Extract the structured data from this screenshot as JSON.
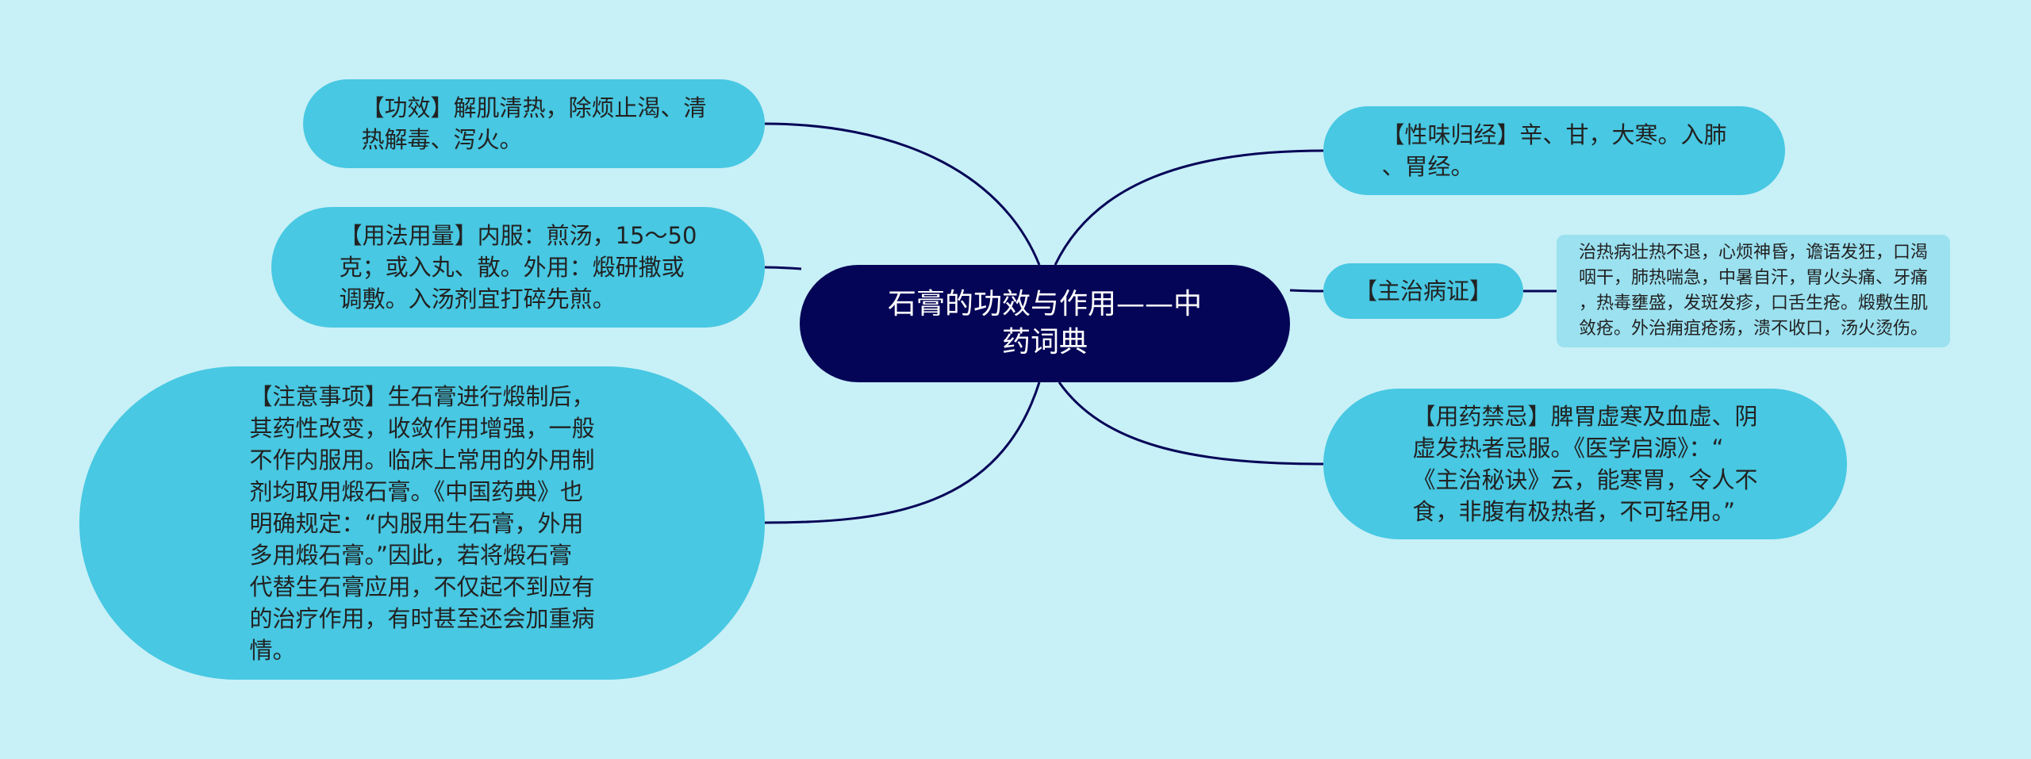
{
  "colors": {
    "background": "#c8f0f7",
    "central_fill": "#050557",
    "central_text": "#ffffff",
    "bubble_fill": "#48c8e2",
    "detail_fill": "#9be1f0",
    "text": "#222222",
    "connector": "#050557"
  },
  "central": {
    "text": "石膏的功效与作用——中\n药词典"
  },
  "left_branches": {
    "gongxiao": "【功效】解肌清热，除烦止渴、清\n热解毒、泻火。",
    "yongfa": "【用法用量】内服：煎汤，15～50\n克；或入丸、散。外用：煅研撒或\n调敷。入汤剂宜打碎先煎。",
    "zhuyi": "【注意事项】生石膏进行煅制后，\n其药性改变，收敛作用增强，一般\n不作内服用。临床上常用的外用制\n剂均取用煅石膏。《中国药典》也\n明确规定：“内服用生石膏，外用\n多用煅石膏。”因此，若将煅石膏\n代替生石膏应用，不仅起不到应有\n的治疗作用，有时甚至还会加重病\n情。"
  },
  "right_branches": {
    "xingwei": "【性味归经】辛、甘，大寒。入肺\n、胃经。",
    "zhuzhi": "【主治病证】",
    "zhuzhi_detail": "治热病壮热不退，心烦神昏，谵语发狂，口渴\n咽干，肺热喘急，中暑自汗，胃火头痛、牙痛\n，热毒壅盛，发斑发疹，口舌生疮。煅敷生肌\n敛疮。外治痈疽疮疡，溃不收口，汤火烫伤。",
    "jinji": "【用药禁忌】脾胃虚寒及血虚、阴\n虚发热者忌服。《医学启源》：“\n《主治秘诀》云，能寒胃，令人不\n食，非腹有极热者，不可轻用。”"
  }
}
